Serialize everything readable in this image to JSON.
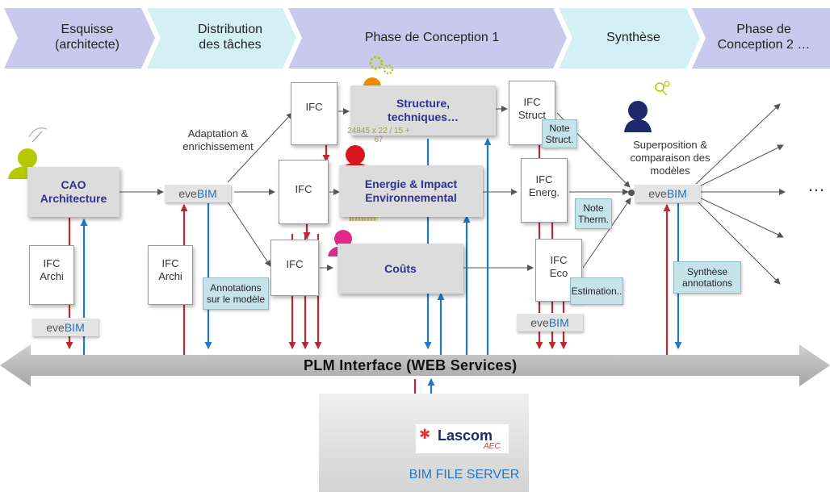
{
  "phases": [
    {
      "label": "Esquisse\n(architecte)",
      "color": "#c9c9ee"
    },
    {
      "label": "Distribution\ndes tâches",
      "color": "#d4f0f5"
    },
    {
      "label": "Phase de Conception 1",
      "color": "#c9c9ee"
    },
    {
      "label": "Synthèse",
      "color": "#d4f0f5"
    },
    {
      "label": "Phase de\nConception 2 …",
      "color": "#c9c9ee"
    }
  ],
  "boxes": {
    "cao": "CAO\nArchitecture",
    "structure": "Structure,\ntechniques…",
    "energie": "Energie & Impact\nEnvironnemental",
    "couts": "Coûts"
  },
  "docs": {
    "ifc_archi_1": "IFC\nArchi",
    "ifc_archi_2": "IFC\nArchi",
    "ifc_top": "IFC",
    "ifc_mid": "IFC",
    "ifc_low": "IFC",
    "ifc_struct": "IFC\nStruct",
    "ifc_energ": "IFC\nEnerg.",
    "ifc_eco": "IFC\nEco"
  },
  "notes": {
    "note_struct": "Note\nStruct.",
    "note_therm": "Note\nTherm.",
    "estimation": "Estimation..",
    "annotations": "Annotations\nsur le modèle",
    "synthese": "Synthèse\nannotations"
  },
  "evebim": {
    "prefix": "eve",
    "suffix": "BIM"
  },
  "labels": {
    "adaptation": "Adaptation &\nenrichissement",
    "superposition": "Superposition &\ncomparaison des\nmodèles",
    "ellipsis": "…",
    "plm": "PLM  Interface (WEB Services)",
    "server": "BIM FILE SERVER",
    "lascom_main": "Lascom",
    "lascom_sub": "AEC",
    "barcode": "24845 x 22 / 15 + 67"
  },
  "colors": {
    "red_arrow": "#c0282d",
    "blue_arrow": "#1f78c8",
    "plm_arrow": "#b3b3b3",
    "text_blue": "#2e3192",
    "person_yellow": "#b5c800",
    "person_orange": "#f08a00",
    "person_red": "#d9161c",
    "person_magenta": "#e0298a",
    "person_navy": "#1c2a6b"
  }
}
